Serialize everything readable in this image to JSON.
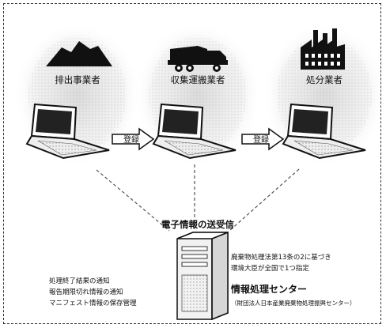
{
  "diagram": {
    "nodes": [
      {
        "id": "discharger",
        "label": "排出事業者",
        "icon": "waste-pile-icon"
      },
      {
        "id": "transporter",
        "label": "収集運搬業者",
        "icon": "dump-truck-icon"
      },
      {
        "id": "disposer",
        "label": "処分業者",
        "icon": "factory-icon"
      }
    ],
    "arrows": [
      {
        "from": "discharger",
        "to": "transporter",
        "label": "登録"
      },
      {
        "from": "transporter",
        "to": "disposer",
        "label": "登録"
      }
    ],
    "center": {
      "caption": "電子情報の送受信",
      "server_icon": "server-tower-icon",
      "left_notes": [
        "処理終了結果の通知",
        "報告期限切れ情報の通知",
        "マニフェスト情報の保存管理"
      ],
      "right_note_lines": [
        "廃棄物処理法第13条の2に基づき",
        "環境大臣が全国で1つ指定"
      ],
      "right_title": "情報処理センター",
      "right_subtitle": "（財団法人日本産業廃棄物処理振興センター）"
    }
  }
}
